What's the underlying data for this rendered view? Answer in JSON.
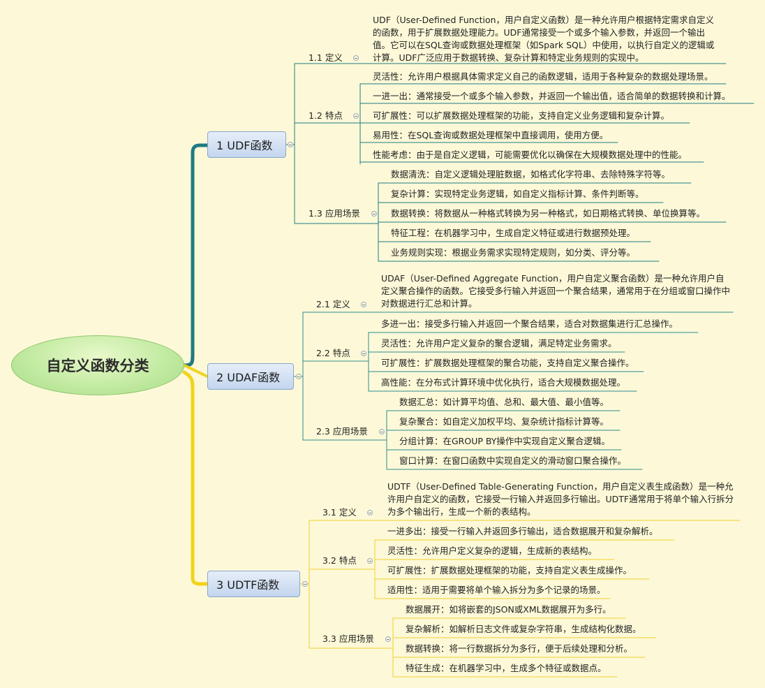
{
  "root": {
    "label": "自定义函数分类"
  },
  "colors": {
    "background": "#fdf9d8",
    "branch1": "#1f7b82",
    "branch2": "#f2d31a",
    "branch3": "#f2d31a",
    "underline1": "#1f7b82",
    "underline2": "#2e8a8e",
    "underline3": "#efcf2e"
  },
  "branches": [
    {
      "label": "1 UDF函数",
      "subs": [
        {
          "label": "1.1  定义",
          "items": [
            "UDF（User-Defined Function，用户自定义函数）是一种允许用户根据特定需求自定义的函数，用于扩展数据处理能力。UDF通常接受一个或多个输入参数，并返回一个输出值。它可以在SQL查询或数据处理框架（如Spark SQL）中使用，以执行自定义的逻辑或计算。UDF广泛应用于数据转换、复杂计算和特定业务规则的实现中。"
          ]
        },
        {
          "label": "1.2  特点",
          "items": [
            "灵活性：允许用户根据具体需求定义自己的函数逻辑，适用于各种复杂的数据处理场景。",
            "一进一出：通常接受一个或多个输入参数，并返回一个输出值，适合简单的数据转换和计算。",
            "可扩展性：可以扩展数据处理框架的功能，支持自定义业务逻辑和复杂计算。",
            "易用性：在SQL查询或数据处理框架中直接调用，使用方便。",
            "性能考虑：由于是自定义逻辑，可能需要优化以确保在大规模数据处理中的性能。"
          ]
        },
        {
          "label": "1.3  应用场景",
          "items": [
            "数据清洗：自定义逻辑处理脏数据，如格式化字符串、去除特殊字符等。",
            "复杂计算：实现特定业务逻辑，如自定义指标计算、条件判断等。",
            "数据转换：将数据从一种格式转换为另一种格式，如日期格式转换、单位换算等。",
            "特征工程：在机器学习中，生成自定义特征或进行数据预处理。",
            "业务规则实现：根据业务需求实现特定规则，如分类、评分等。"
          ]
        }
      ]
    },
    {
      "label": "2 UDAF函数",
      "subs": [
        {
          "label": "2.1  定义",
          "items": [
            "UDAF（User-Defined Aggregate Function，用户自定义聚合函数）是一种允许用户自定义聚合操作的函数。它接受多行输入并返回一个聚合结果，通常用于在分组或窗口操作中对数据进行汇总和计算。"
          ]
        },
        {
          "label": "2.2  特点",
          "items": [
            "多进一出：接受多行输入并返回一个聚合结果，适合对数据集进行汇总操作。",
            "灵活性：允许用户定义复杂的聚合逻辑，满足特定业务需求。",
            "可扩展性：扩展数据处理框架的聚合功能，支持自定义聚合操作。",
            "高性能：在分布式计算环境中优化执行，适合大规模数据处理。"
          ]
        },
        {
          "label": "2.3  应用场景",
          "items": [
            "数据汇总：如计算平均值、总和、最大值、最小值等。",
            "复杂聚合：如自定义加权平均、复杂统计指标计算等。",
            "分组计算：在GROUP BY操作中实现自定义聚合逻辑。",
            "窗口计算：在窗口函数中实现自定义的滑动窗口聚合操作。"
          ]
        }
      ]
    },
    {
      "label": "3 UDTF函数",
      "subs": [
        {
          "label": "3.1  定义",
          "items": [
            "UDTF（User-Defined Table-Generating Function，用户自定义表生成函数）是一种允许用户自定义的函数，它接受一行输入并返回多行输出。UDTF通常用于将单个输入行拆分为多个输出行，生成一个新的表结构。"
          ]
        },
        {
          "label": "3.2  特点",
          "items": [
            "一进多出：接受一行输入并返回多行输出，适合数据展开和复杂解析。",
            "灵活性：允许用户定义复杂的逻辑，生成新的表结构。",
            "可扩展性：扩展数据处理框架的功能，支持自定义表生成操作。",
            "适用性：适用于需要将单个输入拆分为多个记录的场景。"
          ]
        },
        {
          "label": "3.3  应用场景",
          "items": [
            "数据展开：如将嵌套的JSON或XML数据展开为多行。",
            "复杂解析：如解析日志文件或复杂字符串，生成结构化数据。",
            "数据转换：将一行数据拆分为多行，便于后续处理和分析。",
            "特征生成：在机器学习中，生成多个特征或数据点。"
          ]
        }
      ]
    }
  ]
}
